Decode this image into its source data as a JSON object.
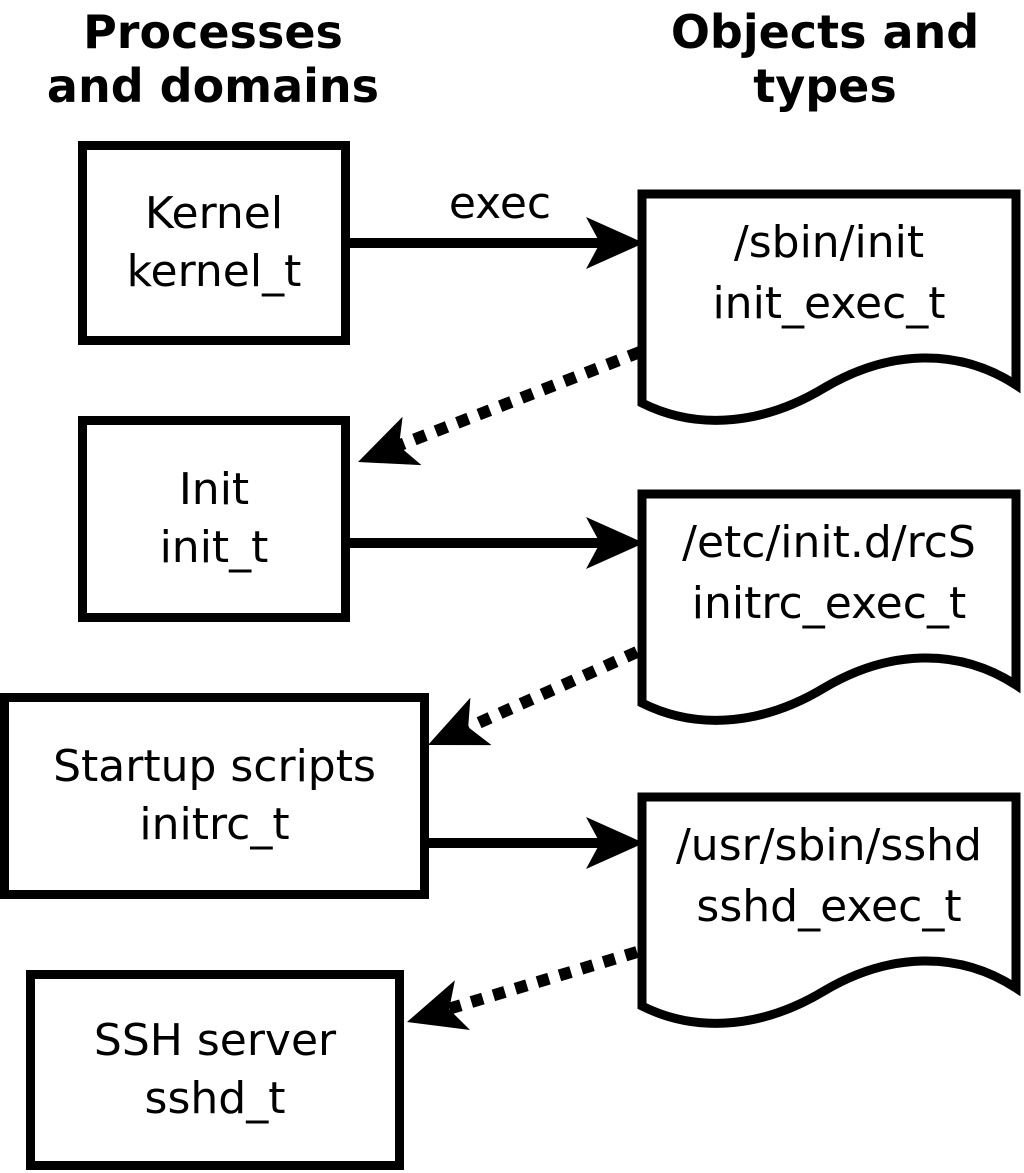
{
  "headers": {
    "left": {
      "line1": "Processes",
      "line2": "and domains"
    },
    "right": {
      "line1": "Objects and",
      "line2": "types"
    }
  },
  "processes": [
    {
      "name": "Kernel",
      "type": "kernel_t"
    },
    {
      "name": "Init",
      "type": "init_t"
    },
    {
      "name": "Startup scripts",
      "type": "initrc_t"
    },
    {
      "name": "SSH server",
      "type": "sshd_t"
    }
  ],
  "objects": [
    {
      "path": "/sbin/init",
      "type": "init_exec_t"
    },
    {
      "path": "/etc/init.d/rcS",
      "type": "initrc_exec_t"
    },
    {
      "path": "/usr/sbin/sshd",
      "type": "sshd_exec_t"
    }
  ],
  "labels": {
    "exec": "exec"
  },
  "colors": {
    "foreground": "#000000",
    "background": "#ffffff"
  }
}
